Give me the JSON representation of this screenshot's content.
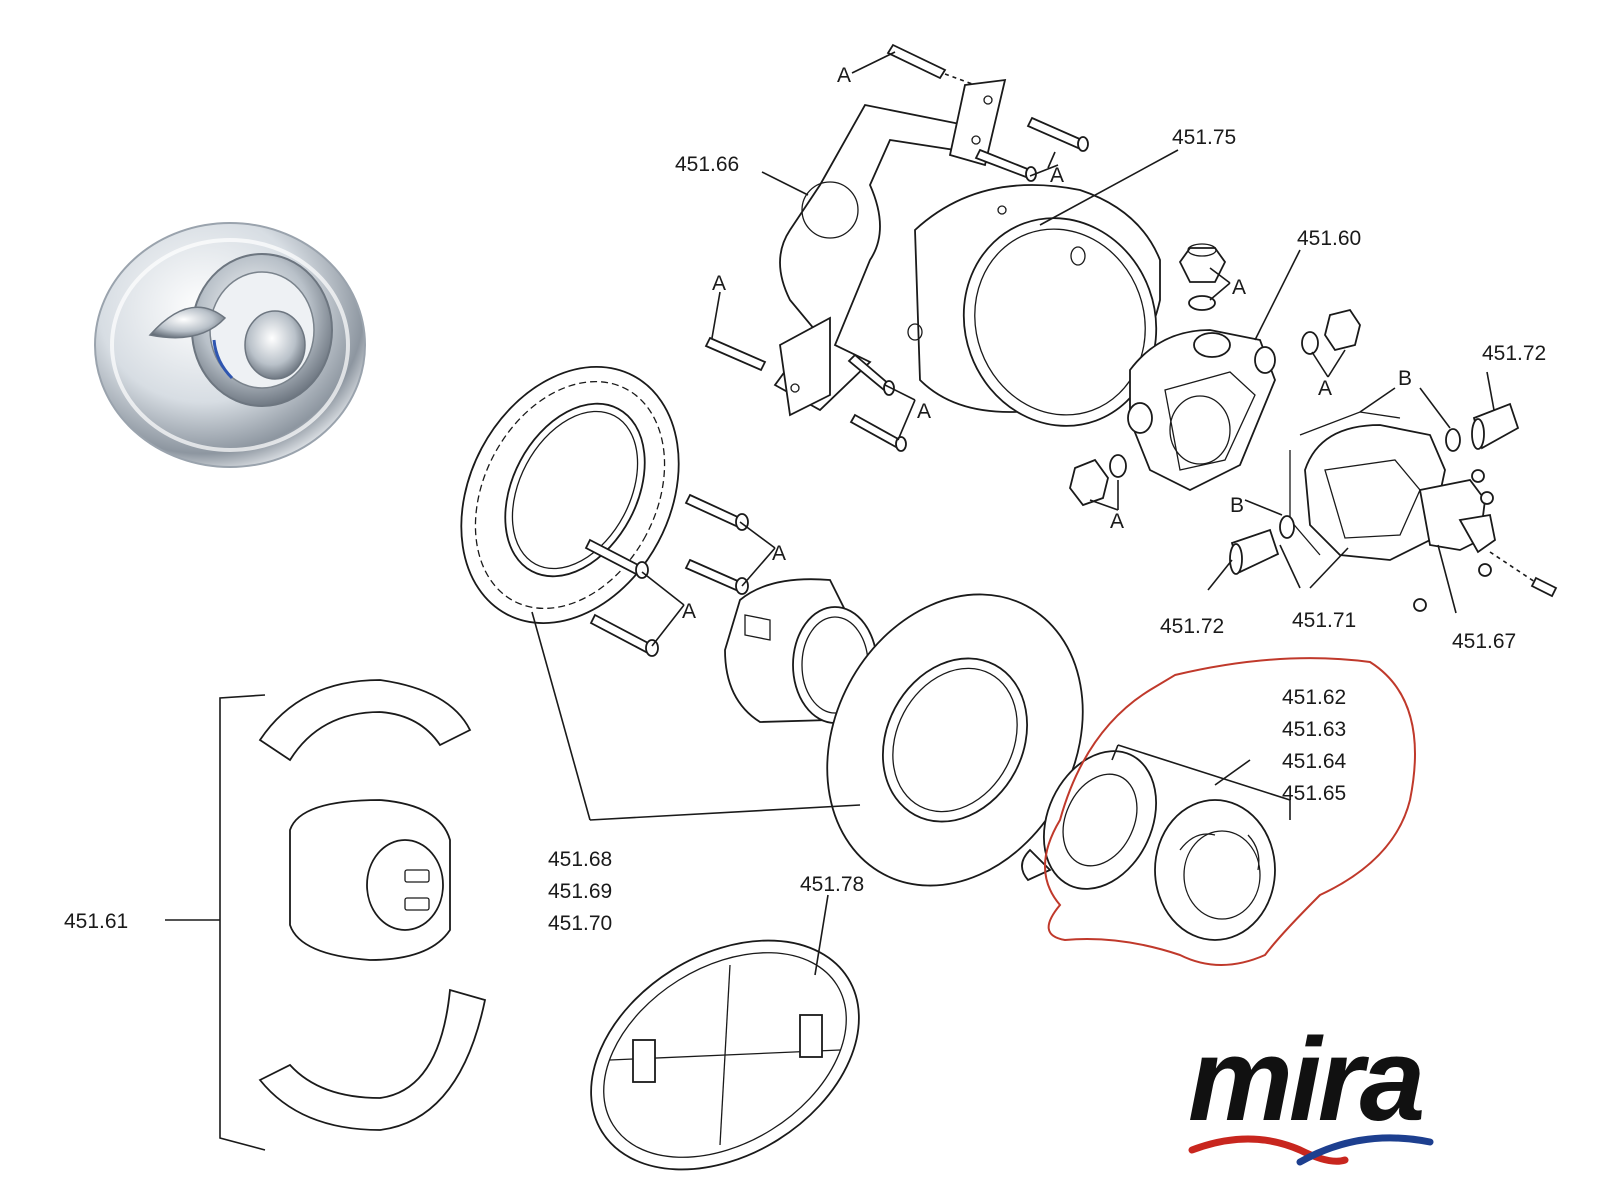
{
  "labels": {
    "p_451_66": "451.66",
    "p_451_75": "451.75",
    "p_451_60": "451.60",
    "p_451_72_top": "451.72",
    "p_451_72_bottom": "451.72",
    "p_451_71": "451.71",
    "p_451_67": "451.67",
    "p_451_62": "451.62",
    "p_451_63": "451.63",
    "p_451_64": "451.64",
    "p_451_65": "451.65",
    "p_451_68": "451.68",
    "p_451_69": "451.69",
    "p_451_70": "451.70",
    "p_451_78": "451.78",
    "p_451_61": "451.61",
    "fixing": "A",
    "seal": "B"
  },
  "brand": {
    "logo_text": "mira",
    "logo_color": "#111111",
    "wave_red": "#c8261e",
    "wave_blue": "#1d3f8f"
  },
  "highlight": {
    "color": "#c0392b"
  },
  "colors": {
    "line": "#1a1a1a",
    "chrome_light": "#f4f6f8",
    "chrome_dark": "#6d7680",
    "accent_blue": "#2f56b0"
  }
}
